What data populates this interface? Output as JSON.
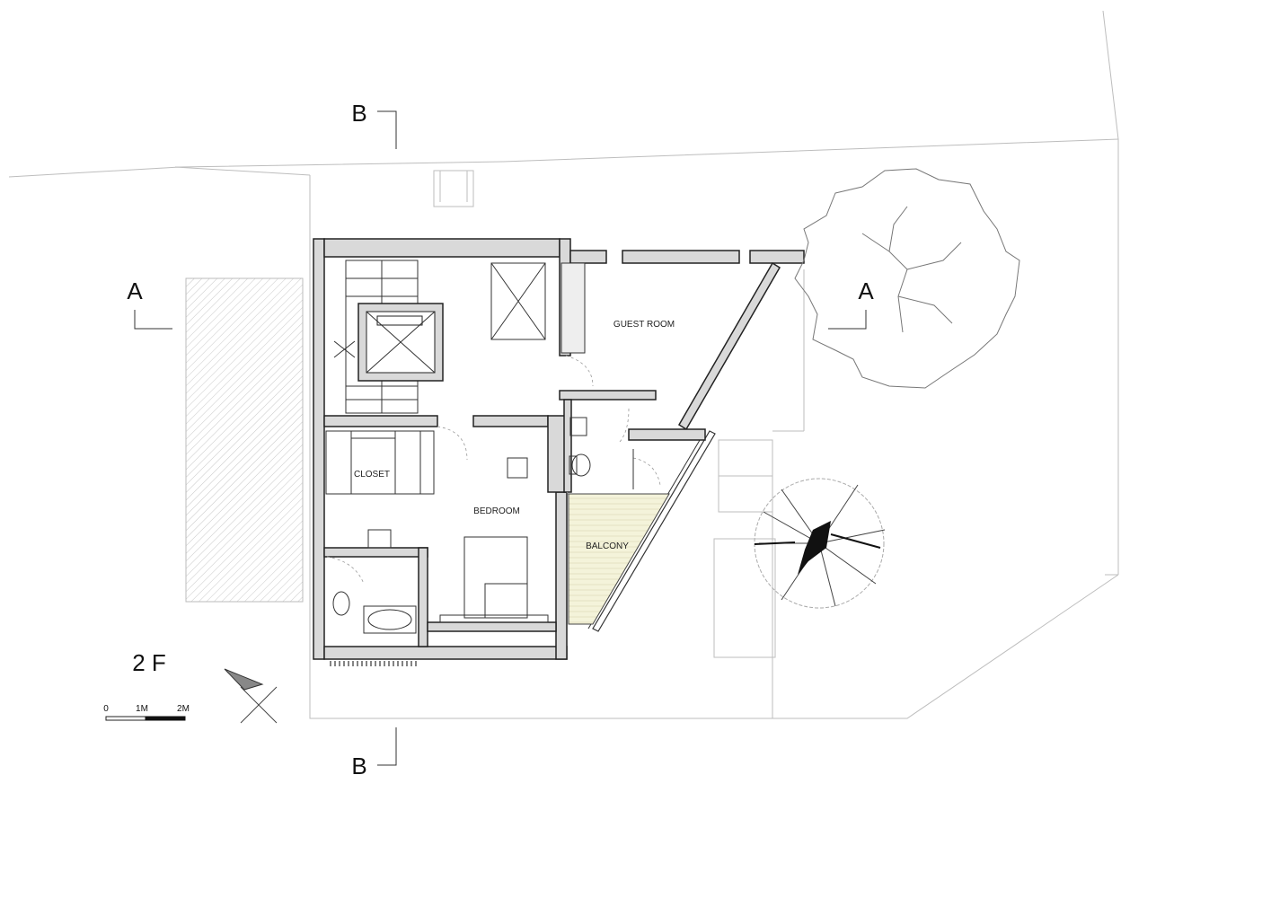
{
  "drawing": {
    "floor_label": "2 F",
    "section_markers": {
      "a_left": "A",
      "a_right": "A",
      "b_top": "B",
      "b_bottom": "B"
    },
    "rooms": {
      "guest_room": "GUEST ROOM",
      "closet": "CLOSET",
      "bedroom": "BEDROOM",
      "balcony": "BALCONY"
    },
    "scale_bar": {
      "tick_0": "0",
      "tick_1": "1M",
      "tick_2": "2M"
    },
    "colors": {
      "balcony_fill": "#f4f3da",
      "wall_fill": "#d9d9d9",
      "line": "#222222"
    }
  }
}
